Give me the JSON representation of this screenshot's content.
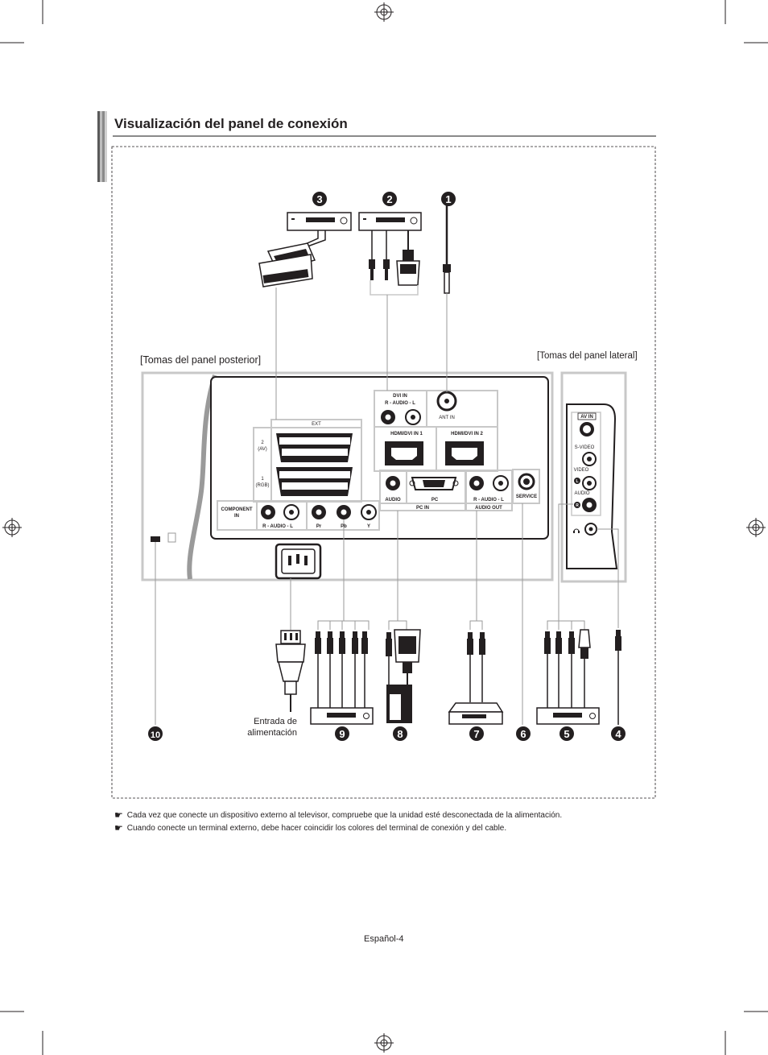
{
  "title": "Visualización del panel de conexión",
  "labels": {
    "rear_panel": "[Tomas del panel posterior]",
    "side_panel": "[Tomas del panel lateral]",
    "power_input": "Entrada de alimentación"
  },
  "panel": {
    "ext": "EXT",
    "ext2_line1": "2",
    "ext2_line2": "(AV)",
    "ext1_line1": "1",
    "ext1_line2": "(RGB)",
    "component_line1": "COMPONENT",
    "component_line2": "IN",
    "component_audio": "R - AUDIO - L",
    "pr": "Pr",
    "pb": "Pb",
    "y": "Y",
    "dvi_in": "DVI IN",
    "dvi_audio": "R - AUDIO - L",
    "ant_in": "ANT IN",
    "hdmi1": "HDMI/DVI IN 1",
    "hdmi2": "HDMI/DVI IN 2",
    "audio": "AUDIO",
    "pc": "PC",
    "pc_in": "PC IN",
    "audio_out_rl": "R - AUDIO - L",
    "audio_out": "AUDIO OUT",
    "service": "SERVICE",
    "av_in": "AV IN",
    "s_video": "S-VIDEO",
    "video": "VIDEO",
    "side_audio": "AUDIO",
    "side_l": "L",
    "side_r": "R"
  },
  "callouts": [
    "1",
    "2",
    "3",
    "4",
    "5",
    "6",
    "7",
    "8",
    "9",
    "10"
  ],
  "notes": [
    "Cada vez que conecte un dispositivo externo al televisor, compruebe que la unidad esté desconectada de la alimentación.",
    "Cuando conecte un terminal externo, debe hacer coincidir los colores del terminal de conexión y del cable."
  ],
  "note_icon": "pointing-hand-icon",
  "page_number": "Español-4",
  "colors": {
    "accent_bar": "#9a9a9a",
    "panel_outline": "#c8c8c8",
    "dark": "#231f20"
  }
}
